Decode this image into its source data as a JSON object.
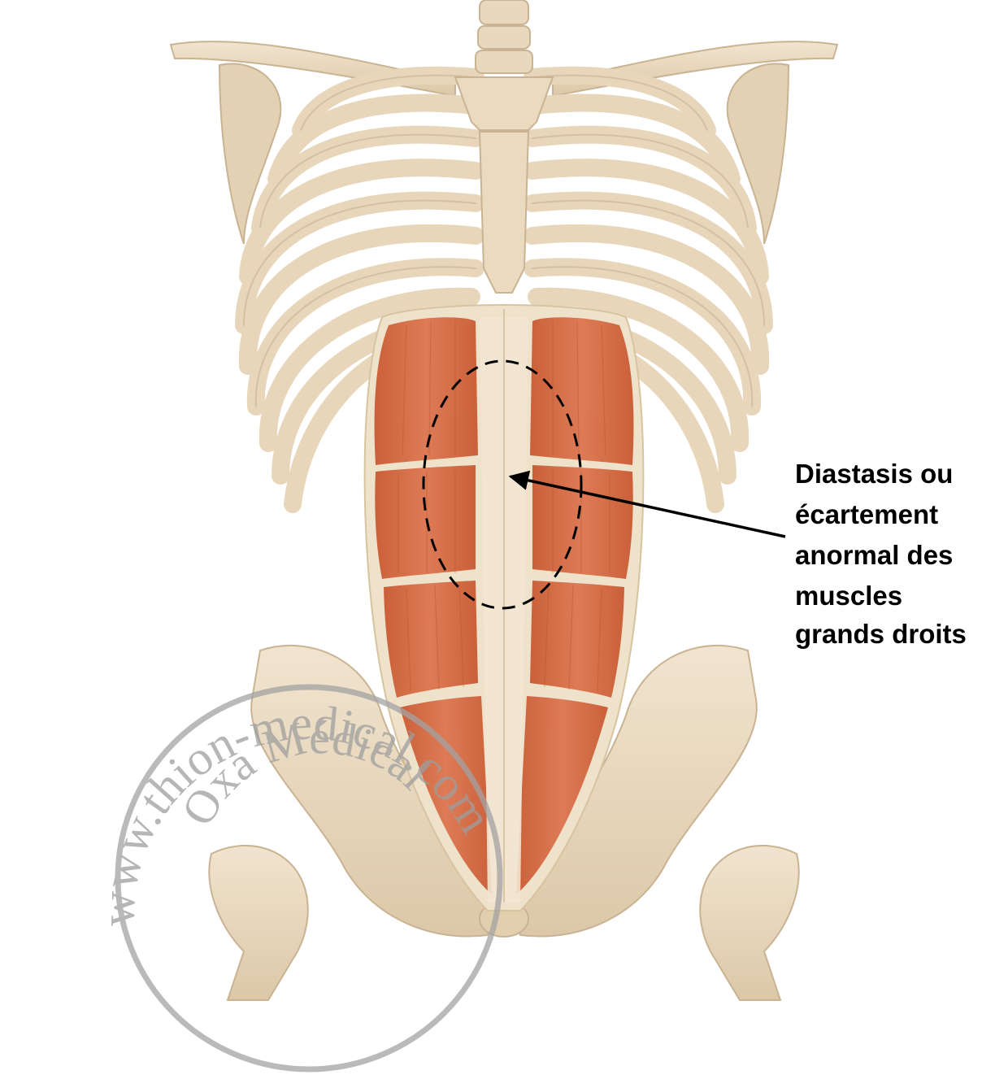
{
  "annotation": {
    "lines": [
      "Diastasis ou",
      "écartement",
      "anormal des",
      "muscles",
      "grands droits"
    ]
  },
  "watermark": {
    "outer_text": "www.thion-medical.com",
    "inner_text": "Oxa Médical",
    "color": "#9e9e9e"
  },
  "colors": {
    "bone": "#ecdcc3",
    "bone_shadow": "#c9b392",
    "muscle": "#d2673e",
    "tendon": "#efe0c8",
    "dashed_outline": "#000000"
  }
}
